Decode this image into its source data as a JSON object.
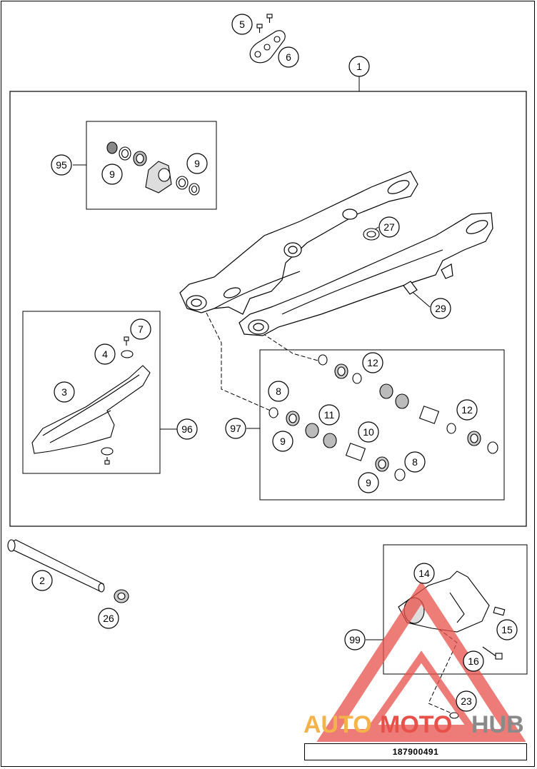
{
  "document_number": "187900491",
  "watermark": {
    "part1": "AUTO",
    "part2": "MOTO",
    "part3": "HUB"
  },
  "colors": {
    "line": "#000000",
    "watermark_red": "#e8504a",
    "watermark_orange": "#f4b24a",
    "watermark_gray": "#8a8a8a"
  },
  "callouts": [
    {
      "id": "c1",
      "label": "1"
    },
    {
      "id": "c2",
      "label": "2"
    },
    {
      "id": "c3",
      "label": "3"
    },
    {
      "id": "c4",
      "label": "4"
    },
    {
      "id": "c5",
      "label": "5"
    },
    {
      "id": "c6",
      "label": "6"
    },
    {
      "id": "c7",
      "label": "7"
    },
    {
      "id": "c8a",
      "label": "8"
    },
    {
      "id": "c8b",
      "label": "8"
    },
    {
      "id": "c9a",
      "label": "9"
    },
    {
      "id": "c9b",
      "label": "9"
    },
    {
      "id": "c9c",
      "label": "9"
    },
    {
      "id": "c9d",
      "label": "9"
    },
    {
      "id": "c10",
      "label": "10"
    },
    {
      "id": "c11",
      "label": "11"
    },
    {
      "id": "c12a",
      "label": "12"
    },
    {
      "id": "c12b",
      "label": "12"
    },
    {
      "id": "c14",
      "label": "14"
    },
    {
      "id": "c15",
      "label": "15"
    },
    {
      "id": "c16",
      "label": "16"
    },
    {
      "id": "c23",
      "label": "23"
    },
    {
      "id": "c26",
      "label": "26"
    },
    {
      "id": "c27",
      "label": "27"
    },
    {
      "id": "c29",
      "label": "29"
    },
    {
      "id": "c95",
      "label": "95"
    },
    {
      "id": "c96",
      "label": "96"
    },
    {
      "id": "c97",
      "label": "97"
    },
    {
      "id": "c99",
      "label": "99"
    }
  ]
}
